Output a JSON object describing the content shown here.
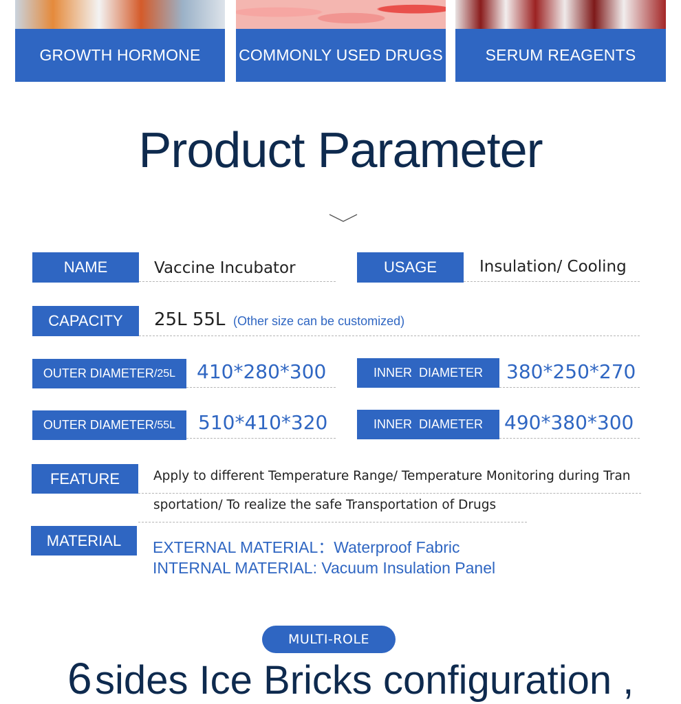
{
  "categories": [
    {
      "label": "GROWTH HORMONE"
    },
    {
      "label": "COMMONLY USED DRUGS"
    },
    {
      "label": "SERUM REAGENTS"
    }
  ],
  "section_title": "Product Parameter",
  "params": {
    "name": {
      "label": "NAME",
      "value": "Vaccine Incubator"
    },
    "usage": {
      "label": "USAGE",
      "value": "Insulation/ Cooling"
    },
    "capacity": {
      "label": "CAPACITY",
      "value": "25L 55L",
      "note": "(Other size can be customized)"
    },
    "outer25": {
      "label": "OUTER DIAMETER",
      "suffix": "/25L",
      "value": "410*280*300"
    },
    "inner25": {
      "label": "INNER  DIAMETER",
      "value": "380*250*270"
    },
    "outer55": {
      "label": "OUTER DIAMETER",
      "suffix": "/55L",
      "value": "510*410*320"
    },
    "inner55": {
      "label": "INNER  DIAMETER",
      "value": "490*380*300"
    },
    "feature": {
      "label": "FEATURE",
      "line1": "Apply to different Temperature Range/ Temperature Monitoring during Tran",
      "line2": "sportation/ To realize the safe Transportation of Drugs"
    },
    "material": {
      "label": "MATERIAL",
      "external": "EXTERNAL MATERIAL：Waterproof Fabric",
      "internal": "INTERNAL MATERIAL:  Vacuum Insulation Panel"
    }
  },
  "multi_role": "MULTI-ROLE",
  "headline": {
    "number": "6",
    "text": "sides Ice Bricks configuration ,"
  },
  "colors": {
    "accent": "#2f66c2",
    "title": "#0e2a4e"
  }
}
